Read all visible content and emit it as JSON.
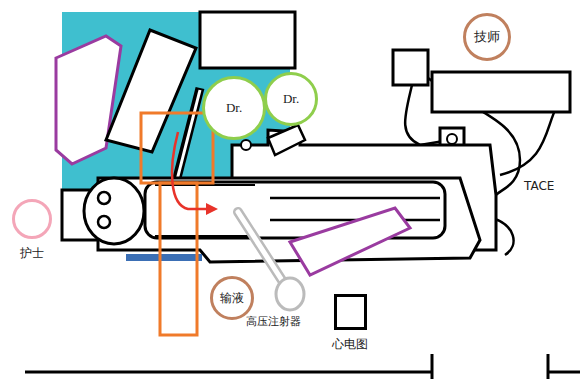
{
  "diagram": {
    "nodes": [
      {
        "text": [
          "技师"
        ]
      },
      {
        "text": [
          "Dr."
        ]
      },
      {
        "text": [
          "Dr."
        ]
      },
      {
        "text": [
          "护士"
        ]
      },
      {
        "text": [
          "输液"
        ]
      },
      {
        "text": [
          "心电图"
        ]
      }
    ],
    "labels": [
      "TACE",
      "高压注射器"
    ]
  }
}
